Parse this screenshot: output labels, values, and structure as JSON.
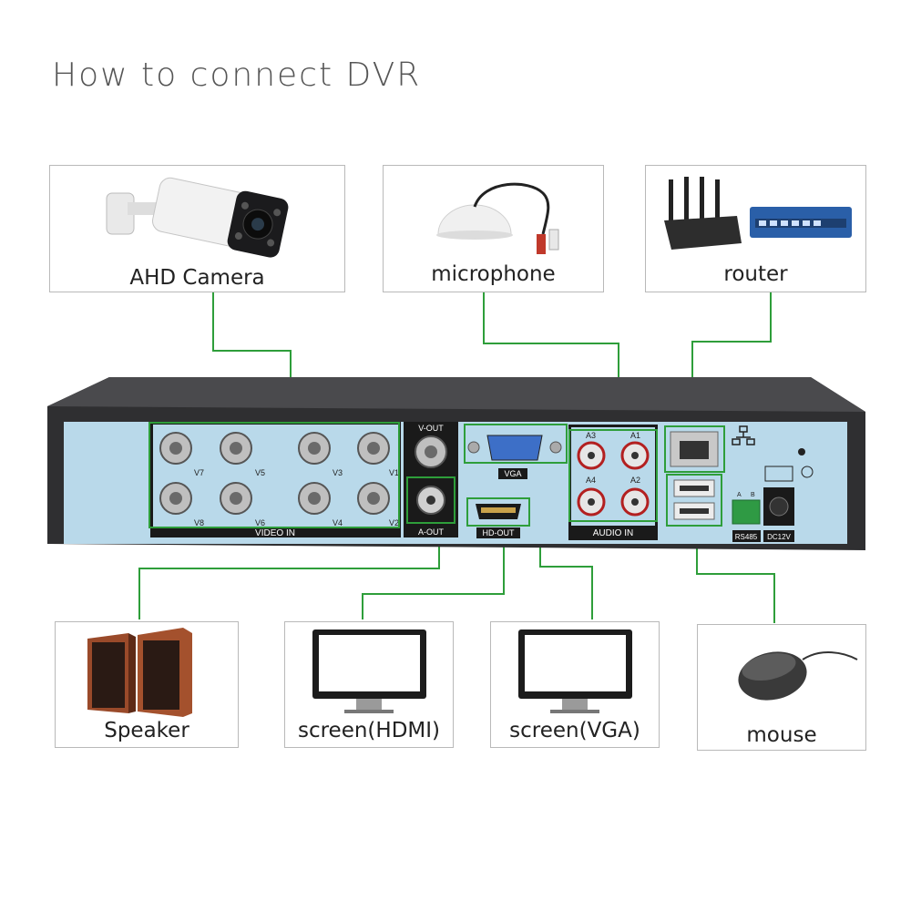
{
  "title": "How to connect DVR",
  "devices": {
    "camera": "AHD Camera",
    "microphone": "microphone",
    "router": "router",
    "speaker": "Speaker",
    "screen_hdmi": "screen(HDMI)",
    "screen_vga": "screen(VGA)",
    "mouse": "mouse"
  },
  "panel": {
    "video_in": "VIDEO IN",
    "channels": [
      "V7",
      "V5",
      "V3",
      "V1",
      "V8",
      "V6",
      "V4",
      "V2"
    ],
    "v_out": "V-OUT",
    "a_out": "A-OUT",
    "vga": "VGA",
    "hd_out": "HD-OUT",
    "audio_in": "AUDIO IN",
    "audio_channels": [
      "A3",
      "A1",
      "A4",
      "A2"
    ],
    "rs485": "RS485",
    "rs485_pins": [
      "A",
      "B"
    ],
    "dc": "DC12V"
  },
  "colors": {
    "wire": "#2e9e3a",
    "panel": "#b9d9ea",
    "chassis": "#3a3a3c"
  }
}
